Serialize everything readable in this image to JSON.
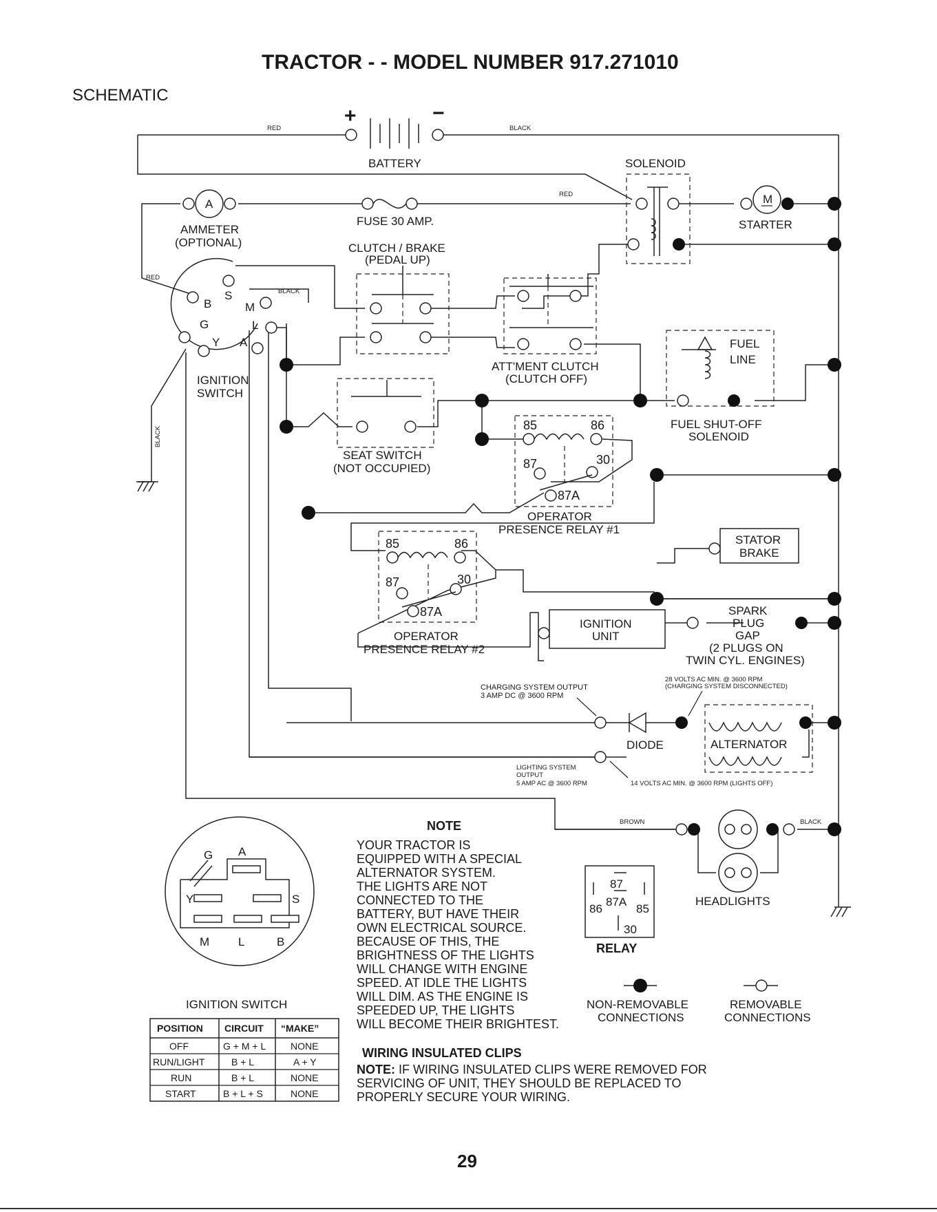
{
  "header": {
    "title": "TRACTOR - - MODEL NUMBER 917.271010",
    "section": "SCHEMATIC"
  },
  "components": {
    "battery": "BATTERY",
    "battery_pos": "+",
    "battery_neg": "−",
    "ammeter_symbol": "A",
    "ammeter": "AMMETER",
    "ammeter_note": "(OPTIONAL)",
    "fuse": "FUSE 30 AMP.",
    "solenoid": "SOLENOID",
    "starter_symbol": "M",
    "starter": "STARTER",
    "clutch_brake": "CLUTCH / BRAKE",
    "clutch_brake_note": "(PEDAL UP)",
    "attment_clutch": "ATT'MENT CLUTCH",
    "attment_clutch_note": "(CLUTCH OFF)",
    "fuel_line": "FUEL",
    "fuel_line2": "LINE",
    "fuel_solenoid": "FUEL SHUT-OFF",
    "fuel_solenoid2": "SOLENOID",
    "ignition_switch": "IGNITION",
    "ignition_switch2": "SWITCH",
    "seat_switch": "SEAT SWITCH",
    "seat_switch_note": "(NOT OCCUPIED)",
    "relay1_title": "OPERATOR",
    "relay1_title2": "PRESENCE RELAY #1",
    "relay2_title": "OPERATOR",
    "relay2_title2": "PRESENCE RELAY #2",
    "stator_brake": "STATOR",
    "stator_brake2": "BRAKE",
    "ignition_unit": "IGNITION",
    "ignition_unit2": "UNIT",
    "spark_plug": "SPARK",
    "spark_plug2": "PLUG",
    "spark_plug3": "GAP",
    "spark_plug4": "(2 PLUGS ON",
    "spark_plug5": "TWIN CYL. ENGINES)",
    "diode": "DIODE",
    "alternator": "ALTERNATOR",
    "headlights": "HEADLIGHTS"
  },
  "switch_terminals": {
    "B": "B",
    "S": "S",
    "M": "M",
    "G": "G",
    "L": "L",
    "Y": "Y",
    "A": "A"
  },
  "relay_pins": {
    "p85": "85",
    "p86": "86",
    "p87": "87",
    "p30": "30",
    "p87a": "87A"
  },
  "wire_colors": {
    "red": "RED",
    "black": "BLACK",
    "brown": "BROWN"
  },
  "annotations": {
    "charging_output": "CHARGING SYSTEM OUTPUT",
    "charging_output2": "3 AMP DC @ 3600 RPM",
    "volts_28": "28 VOLTS AC MIN. @ 3600 RPM",
    "volts_28b": "(CHARGING SYSTEM DISCONNECTED)",
    "lighting_output": "LIGHTING SYSTEM",
    "lighting_output2": "OUTPUT",
    "lighting_output3": "5 AMP AC @ 3600 RPM",
    "volts_14": "14 VOLTS AC MIN. @ 3600 RPM (LIGHTS OFF)"
  },
  "note": {
    "heading": "NOTE",
    "lines": [
      "YOUR TRACTOR IS",
      "EQUIPPED WITH A SPECIAL",
      "ALTERNATOR SYSTEM.",
      "THE LIGHTS ARE NOT",
      "CONNECTED TO THE",
      "BATTERY, BUT HAVE THEIR",
      "OWN ELECTRICAL SOURCE.",
      "BECAUSE OF THIS, THE",
      "BRIGHTNESS OF THE LIGHTS",
      "WILL CHANGE WITH ENGINE",
      "SPEED.  AT IDLE THE LIGHTS",
      "WILL DIM.  AS THE ENGINE IS",
      "SPEEDED UP, THE LIGHTS",
      "WILL BECOME THEIR BRIGHTEST."
    ]
  },
  "relay_legend": {
    "title": "RELAY",
    "p87": "87",
    "p87a": "87A",
    "p86": "86",
    "p85": "85",
    "p30": "30"
  },
  "legend": {
    "non_removable": "NON-REMOVABLE",
    "non_removable2": "CONNECTIONS",
    "removable": "REMOVABLE",
    "removable2": "CONNECTIONS"
  },
  "ignition_face": {
    "title": "IGNITION SWITCH",
    "G": "G",
    "A": "A",
    "Y": "Y",
    "S": "S",
    "M": "M",
    "L": "L",
    "B": "B"
  },
  "switch_table": {
    "headers": [
      "POSITION",
      "CIRCUIT",
      "“MAKE”"
    ],
    "rows": [
      [
        "OFF",
        "G + M + L",
        "NONE"
      ],
      [
        "RUN/LIGHT",
        "B + L",
        "A + Y"
      ],
      [
        "RUN",
        "B + L",
        "NONE"
      ],
      [
        "START",
        "B + L + S",
        "NONE"
      ]
    ]
  },
  "clips": {
    "heading": "WIRING INSULATED CLIPS",
    "note_label": "NOTE:",
    "line1": " IF WIRING INSULATED CLIPS WERE REMOVED FOR",
    "line2": "SERVICING OF UNIT, THEY SHOULD BE REPLACED TO",
    "line3": "PROPERLY SECURE YOUR WIRING."
  },
  "page_number": "29"
}
